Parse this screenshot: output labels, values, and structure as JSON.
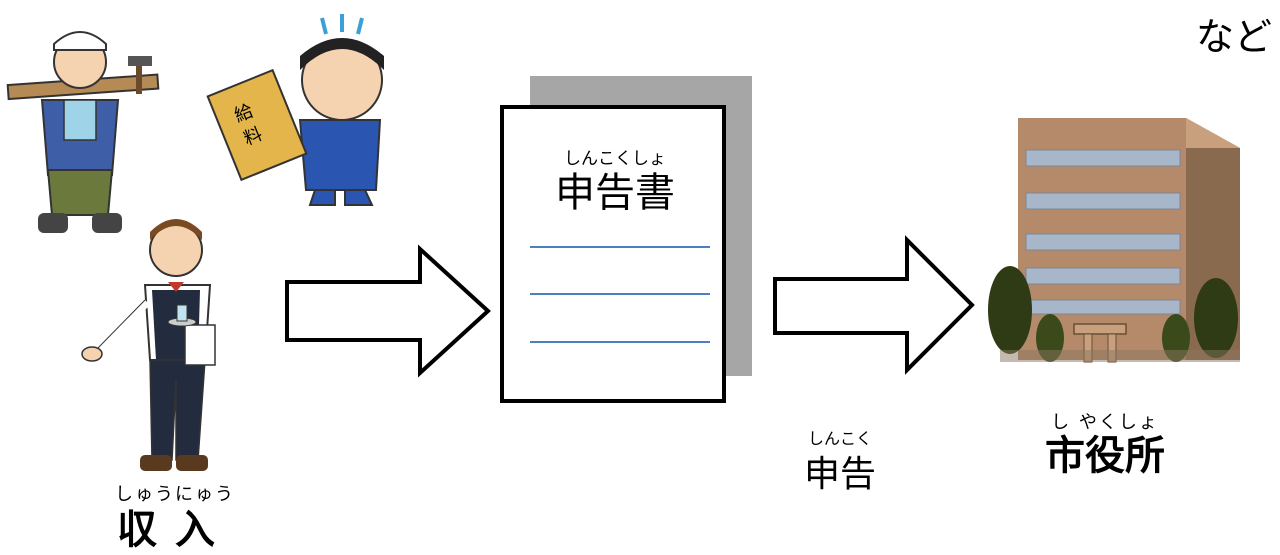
{
  "etc_label": "など",
  "income": {
    "ruby": "しゅうにゅう",
    "label": "収入"
  },
  "document": {
    "ruby": "しんこくしょ",
    "title": "申告書"
  },
  "declaration": {
    "ruby": "しんこく",
    "label": "申告"
  },
  "city_hall": {
    "ruby": "し やくしょ",
    "label": "市役所"
  },
  "illustrations": {
    "carpenter": "carpenter-icon",
    "office_worker": "salary-worker-icon",
    "waiter": "waiter-icon",
    "building": "city-hall-building-icon"
  },
  "colors": {
    "document_lines": "#4a7fc4",
    "document_shadow": "#a6a6a6",
    "building": "#b48a6a",
    "trees": "#2f3b14"
  }
}
